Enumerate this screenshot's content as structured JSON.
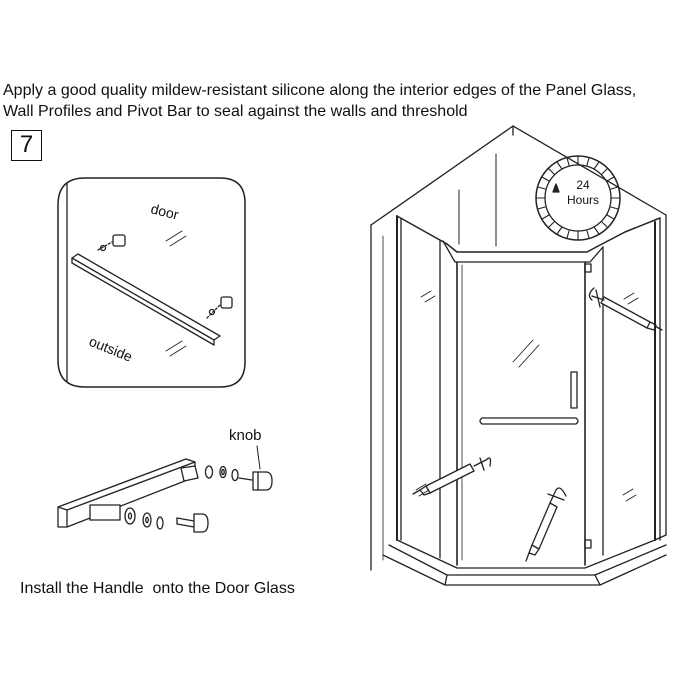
{
  "instruction": {
    "line1": "Apply a good quality mildew-resistant silicone along the interior edges of the Panel Glass,",
    "line2": "Wall Profiles and Pivot Bar to seal against the walls and threshold"
  },
  "step_number": "7",
  "inset_labels": {
    "door": "door",
    "outside": "outside"
  },
  "knob_label": "knob",
  "timer": {
    "value": "24",
    "unit": "Hours"
  },
  "caption": "Install the Handle  onto the Door Glass"
}
